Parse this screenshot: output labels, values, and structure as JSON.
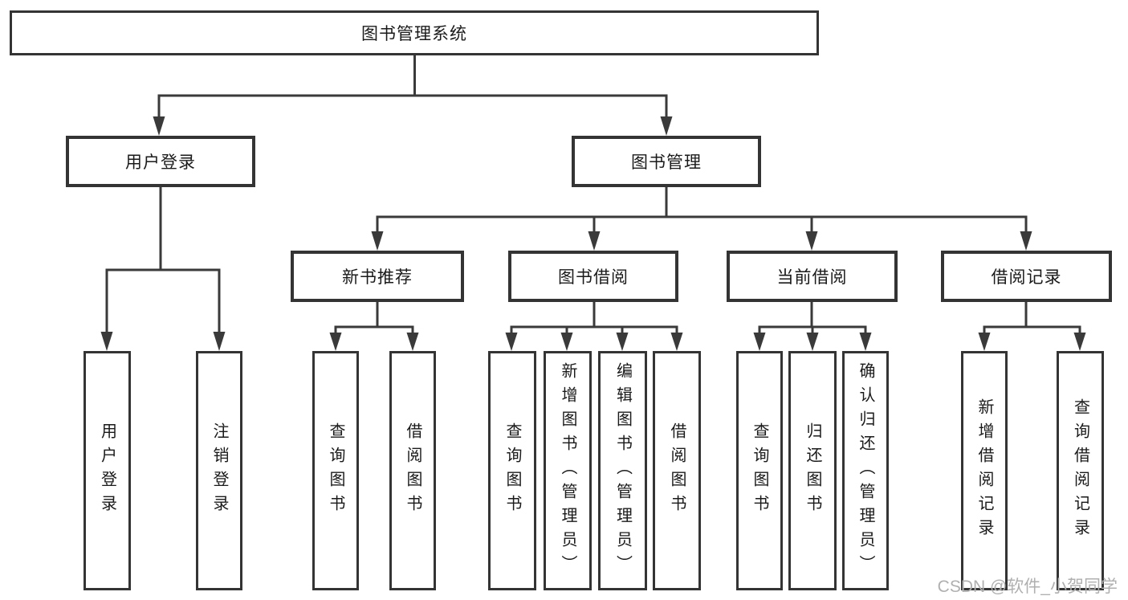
{
  "colors": {
    "line": "#3a3a3a",
    "box_border": "#343434",
    "text": "#1a1a1a",
    "watermark": "#b0b0b0",
    "background": "#ffffff"
  },
  "watermark": {
    "text": "CSDN @软件_小贺同学"
  },
  "tree": {
    "label": "图书管理系统",
    "children": [
      {
        "label": "用户登录",
        "children": [
          {
            "label": "用户登录"
          },
          {
            "label": "注销登录"
          }
        ]
      },
      {
        "label": "图书管理",
        "children": [
          {
            "label": "新书推荐",
            "children": [
              {
                "label": "查询图书"
              },
              {
                "label": "借阅图书"
              }
            ]
          },
          {
            "label": "图书借阅",
            "children": [
              {
                "label": "查询图书"
              },
              {
                "label": "新增图书（管理员）"
              },
              {
                "label": "编辑图书（管理员）"
              },
              {
                "label": "借阅图书"
              }
            ]
          },
          {
            "label": "当前借阅",
            "children": [
              {
                "label": "查询图书"
              },
              {
                "label": "归还图书"
              },
              {
                "label": "确认归还（管理员）"
              }
            ]
          },
          {
            "label": "借阅记录",
            "children": [
              {
                "label": "新增借阅记录"
              },
              {
                "label": "查询借阅记录"
              }
            ]
          }
        ]
      }
    ]
  }
}
